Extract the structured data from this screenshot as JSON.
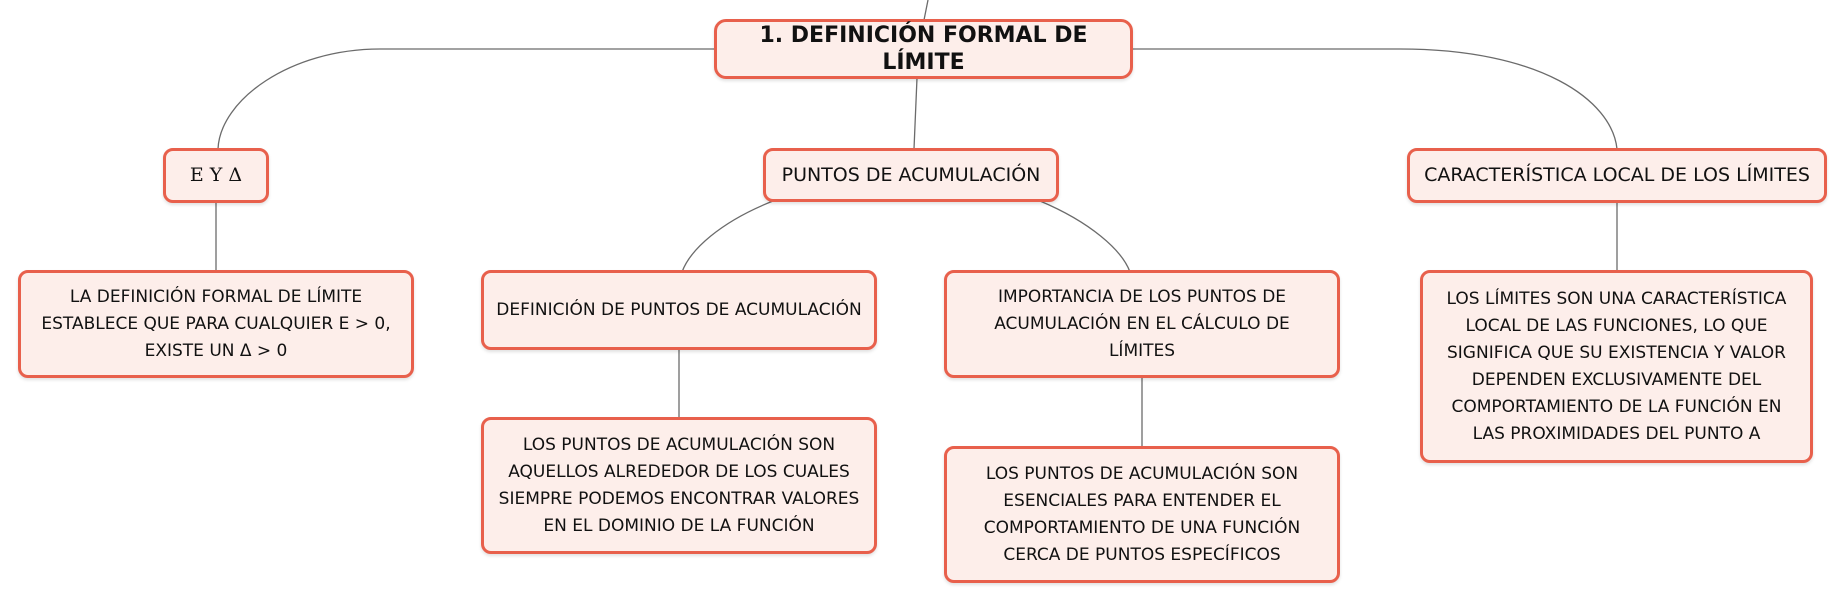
{
  "root": {
    "label": "1. DEFINICIÓN FORMAL DE LÍMITE"
  },
  "branches": [
    {
      "label": "Ε Y Δ",
      "children": [
        {
          "text": "LA DEFINICIÓN FORMAL DE LÍMITE ESTABLECE QUE PARA CUALQUIER Ε > 0, EXISTE UN Δ > 0"
        }
      ]
    },
    {
      "label": "PUNTOS DE ACUMULACIÓN",
      "children": [
        {
          "label": "DEFINICIÓN DE PUNTOS DE ACUMULACIÓN",
          "detail": "LOS PUNTOS DE ACUMULACIÓN SON AQUELLOS ALREDEDOR DE LOS CUALES SIEMPRE PODEMOS ENCONTRAR VALORES EN EL DOMINIO DE LA FUNCIÓN"
        },
        {
          "label": "IMPORTANCIA DE LOS PUNTOS DE ACUMULACIÓN EN EL CÁLCULO DE LÍMITES",
          "detail": "LOS PUNTOS DE ACUMULACIÓN SON ESENCIALES PARA ENTENDER EL COMPORTAMIENTO DE UNA FUNCIÓN CERCA DE PUNTOS ESPECÍFICOS"
        }
      ]
    },
    {
      "label": "CARACTERÍSTICA LOCAL DE LOS LÍMITES",
      "children": [
        {
          "text": "LOS LÍMITES SON UNA CARACTERÍSTICA LOCAL DE LAS FUNCIONES, LO QUE SIGNIFICA QUE SU EXISTENCIA Y VALOR DEPENDEN EXCLUSIVAMENTE DEL COMPORTAMIENTO DE LA FUNCIÓN EN LAS PROXIMIDADES DEL PUNTO A"
        }
      ]
    }
  ],
  "colors": {
    "node_fill": "#fdeeea",
    "node_border": "#e8604c",
    "connector": "#6b6b6b",
    "text": "#111111"
  }
}
